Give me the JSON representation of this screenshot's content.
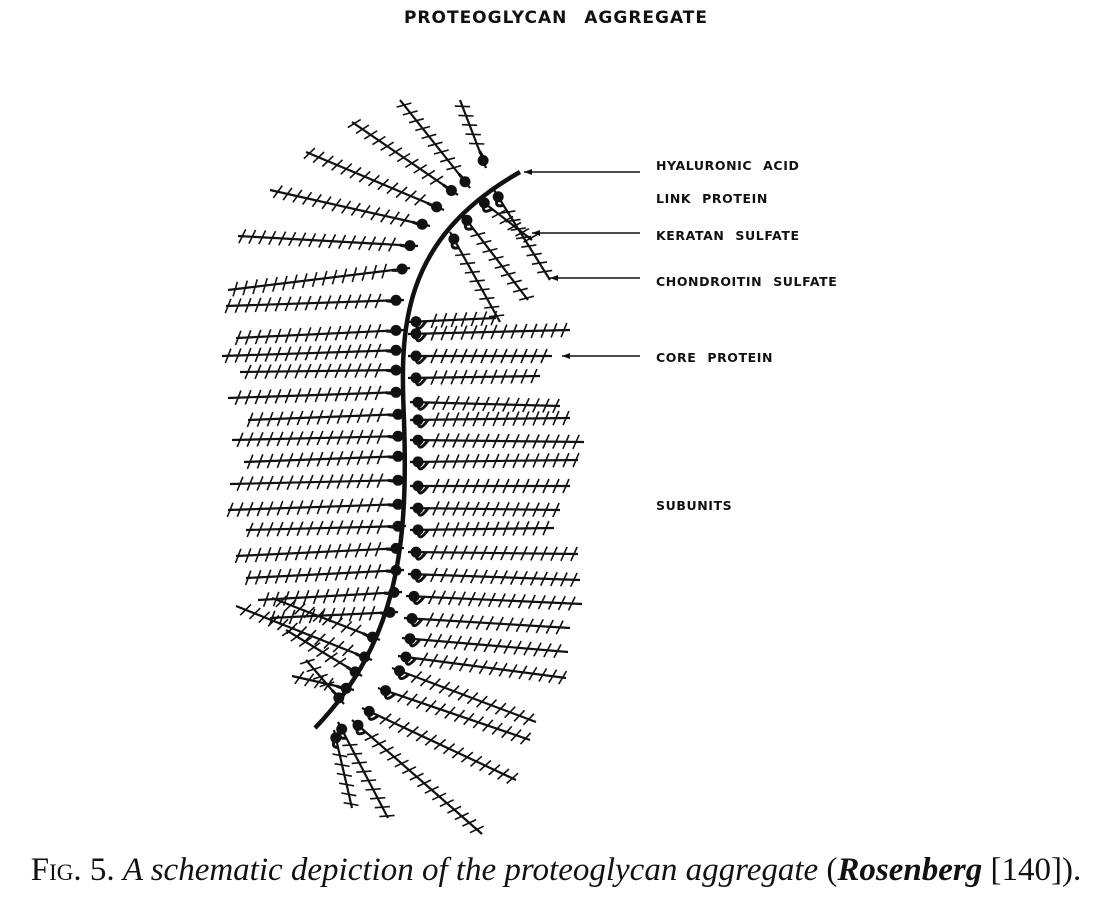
{
  "figure": {
    "title": "PROTEOGLYCAN AGGREGATE",
    "labels": {
      "hyaluronic_acid": "HYALURONIC ACID",
      "link_protein": "LINK PROTEIN",
      "keratan_sulfate": "KERATAN SULFATE",
      "chondroitin_sulfate": "CHONDROITIN SULFATE",
      "core_protein": "CORE PROTEIN",
      "subunits": "SUBUNITS"
    }
  },
  "caption": {
    "fig_label": "Fig. 5.",
    "text": "A schematic depiction of the proteoglycan aggregate",
    "paren_open": "(",
    "author": "Rosenberg",
    "ref": " [140]).",
    "closing": ""
  },
  "colors": {
    "ink": "#111111",
    "background": "#ffffff"
  }
}
